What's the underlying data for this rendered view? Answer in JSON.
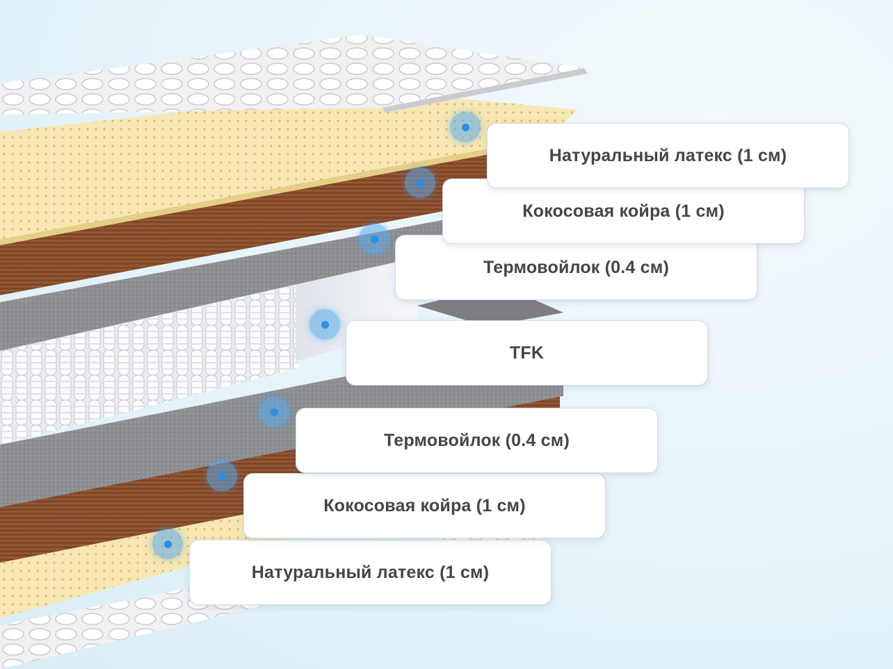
{
  "layers": [
    {
      "label": "Натуральный латекс (1 см)",
      "marker": "hotspot-icon"
    },
    {
      "label": "Кокосовая койра (1 см)",
      "marker": "hotspot-icon"
    },
    {
      "label": "Термовойлок (0.4 см)",
      "marker": "hotspot-icon"
    },
    {
      "label": "TFK",
      "marker": "hotspot-icon"
    },
    {
      "label": "Термовойлок (0.4 см)",
      "marker": "hotspot-icon"
    },
    {
      "label": "Кокосовая койра (1 см)",
      "marker": "hotspot-icon"
    },
    {
      "label": "Натуральный латекс (1 см)",
      "marker": "hotspot-icon"
    }
  ],
  "colors": {
    "latex": "#f6e7b4",
    "coir": "#8a4f2e",
    "felt": "#8d8e92",
    "quilt": "#eeeeef",
    "spring": "#f2f3f6",
    "hotspot": "#2b8fe3"
  }
}
